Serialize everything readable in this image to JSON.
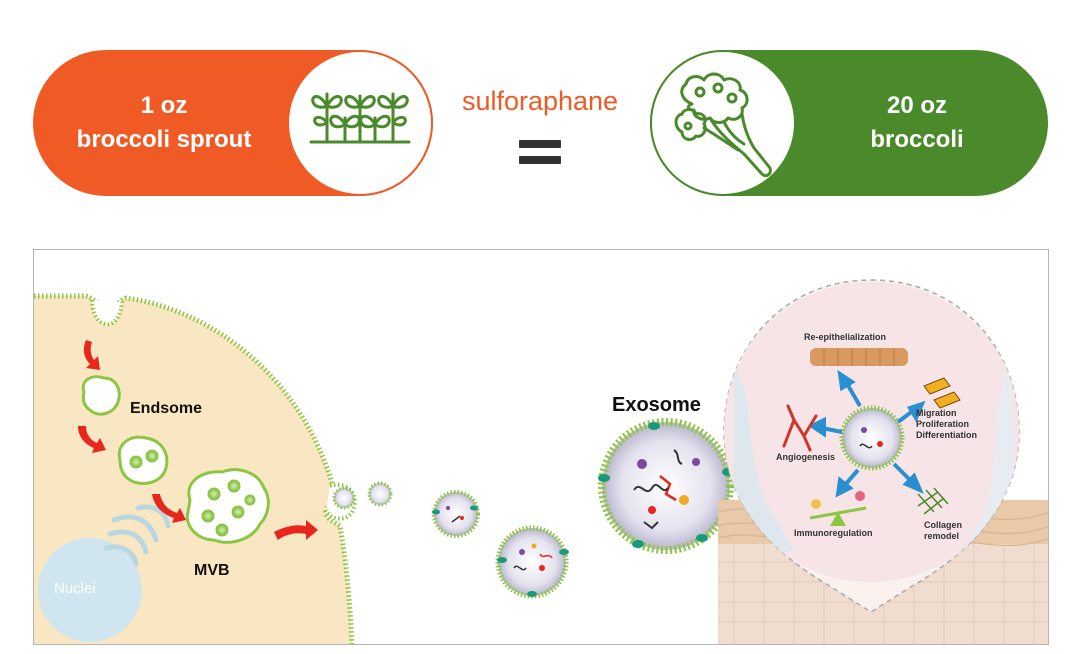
{
  "header": {
    "left_pill": {
      "line1": "1 oz",
      "line2": "broccoli sprout",
      "color": "#f05a24",
      "icon": "sprout-icon"
    },
    "equation": {
      "label": "sulforaphane",
      "symbol_icon": "equals-icon"
    },
    "right_pill": {
      "line1": "20 oz",
      "line2": "broccoli",
      "color": "#4a8a2a",
      "icon": "broccoli-icon"
    }
  },
  "diagram": {
    "labels": {
      "endosome": "Endsome",
      "mvb": "MVB",
      "nuclei": "Nuclei",
      "exosome": "Exosome"
    },
    "magnified_effects": {
      "top": "Re-epithelialization",
      "right": "Migration\nProliferation\nDifferentiation",
      "left": "Angiogenesis",
      "bottom": "Immunoregulation",
      "bottom_right": "Collagen\nremodel"
    },
    "colors": {
      "cell": "#f8e7c2",
      "membrane": "#8cc63f",
      "arrow": "#e8261c",
      "nucleus": "#cfe6f0"
    }
  }
}
